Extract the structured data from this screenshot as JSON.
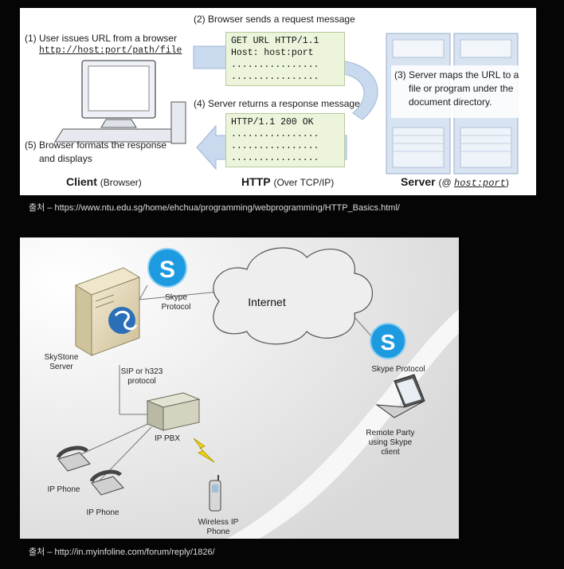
{
  "http_diagram": {
    "step1_line1": "(1) User issues URL from a browser",
    "step1_line2": "http://host:port/path/file",
    "step2": "(2) Browser sends a request message",
    "step3_line1": "(3) Server maps the URL to a",
    "step3_line2": "file or program under the",
    "step3_line3": "document directory.",
    "step4": "(4) Server returns a response message",
    "step5_line1": "(5) Browser formats the response",
    "step5_line2": "and displays",
    "request_lines": [
      "GET URL HTTP/1.1",
      "Host: host:port",
      "................",
      "................"
    ],
    "response_lines": [
      "HTTP/1.1 200 OK",
      "................",
      "................",
      "................"
    ],
    "client_label": "Client",
    "client_sub": "(Browser)",
    "http_label": "HTTP",
    "http_sub": "(Over TCP/IP)",
    "server_label": "Server",
    "server_sub_prefix": "(@ ",
    "server_sub_host": "host:port",
    "server_sub_suffix": ")"
  },
  "caption_1": "출처 – https://www.ntu.edu.sg/home/ehchua/programming/webprogramming/HTTP_Basics.html/",
  "skype_diagram": {
    "internet": "Internet",
    "skype_protocol_left": "Skype\nProtocol",
    "skype_protocol_right": "Skype Protocol",
    "skystone_server": "SkyStone\nServer",
    "sip_protocol": "SIP or h323\nprotocol",
    "ip_pbx": "IP PBX",
    "ip_phone_1": "IP Phone",
    "ip_phone_2": "IP Phone",
    "wireless_phone": "Wireless IP\nPhone",
    "remote_party": "Remote Party\nusing Skype\nclient",
    "skype_logo_letter": "S"
  },
  "caption_2": "출처 – http://in.myinfoline.com/forum/reply/1826/",
  "colors": {
    "request_box": "#ecf5dc",
    "arrow_blue": "#c9d9ee",
    "skype_blue": "#1e9be0"
  }
}
